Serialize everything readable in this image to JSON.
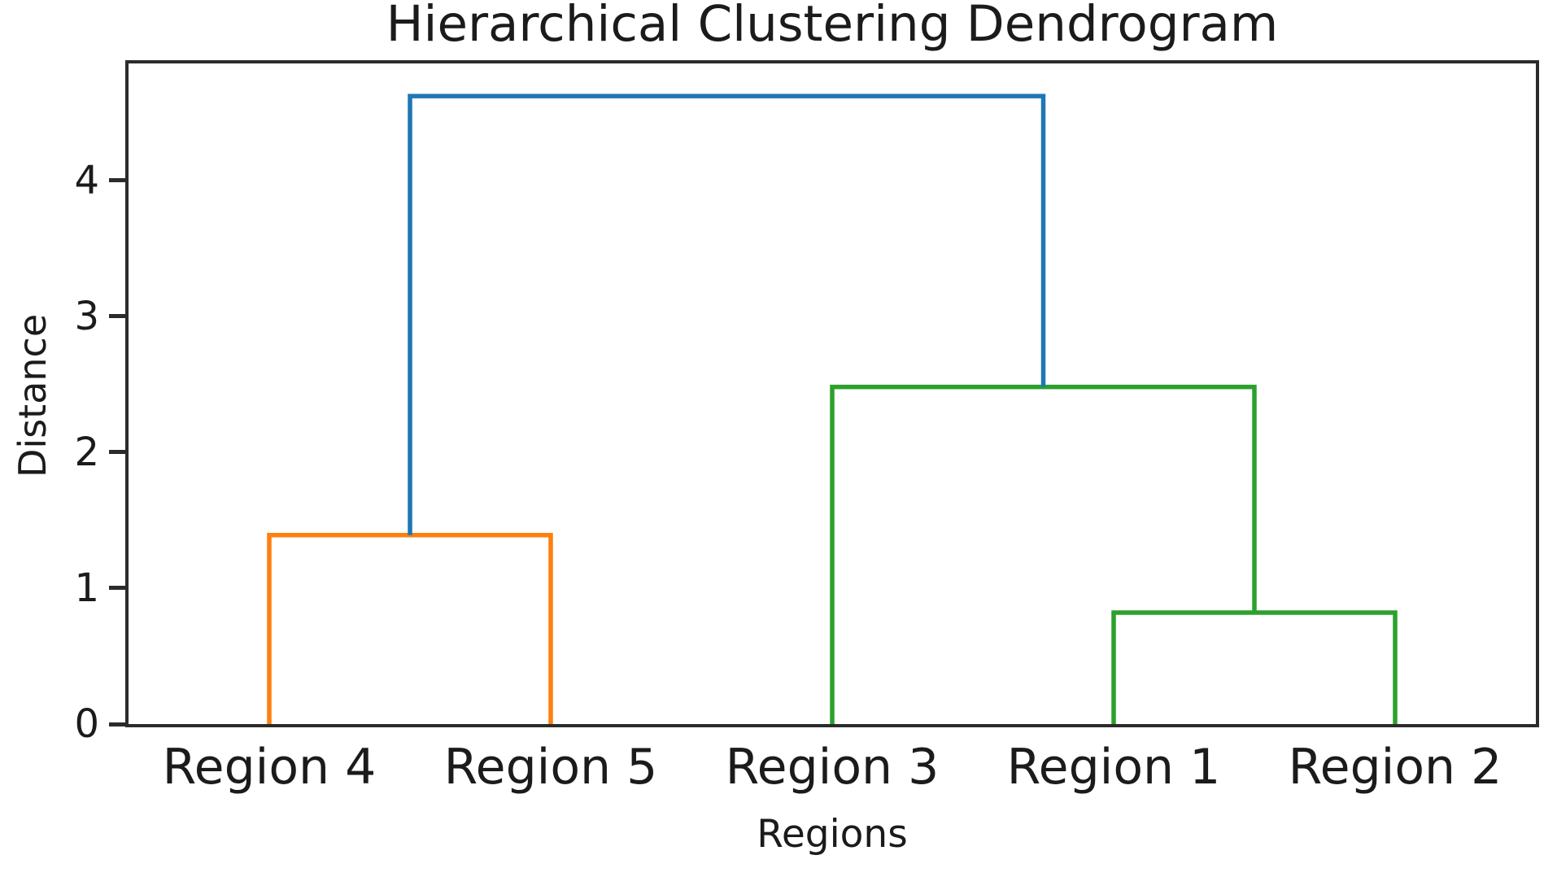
{
  "figure": {
    "background": "#ffffff",
    "spine_color": "#2b2b2b",
    "text_color": "#1b1b1b"
  },
  "chart_data": {
    "type": "dendrogram",
    "title": "Hierarchical Clustering Dendrogram",
    "xlabel": "Regions",
    "ylabel": "Distance",
    "leaves": [
      "Region 4",
      "Region 5",
      "Region 3",
      "Region 1",
      "Region 2"
    ],
    "leaf_x": [
      0.1,
      0.3,
      0.5,
      0.7,
      0.9
    ],
    "yticks": [
      0,
      1,
      2,
      3,
      4
    ],
    "ylim": [
      0,
      4.86
    ],
    "grid": false,
    "legend": null,
    "links": [
      {
        "children": [
          "Region 4",
          "Region 5"
        ],
        "x1": 0.1,
        "base1": 0,
        "x2": 0.3,
        "base2": 0,
        "height": 1.39,
        "color": "#ff7f0e"
      },
      {
        "children": [
          "Region 1",
          "Region 2"
        ],
        "x1": 0.7,
        "base1": 0,
        "x2": 0.9,
        "base2": 0,
        "height": 0.82,
        "color": "#2ca02c"
      },
      {
        "children": [
          "Region 3",
          "cluster(Region 1, Region 2)"
        ],
        "x1": 0.5,
        "base1": 0,
        "x2": 0.8,
        "base2": 0.82,
        "height": 2.48,
        "color": "#2ca02c"
      },
      {
        "children": [
          "cluster(Region 4, Region 5)",
          "cluster(Region 3, Region 1, Region 2)"
        ],
        "x1": 0.2,
        "base1": 1.39,
        "x2": 0.65,
        "base2": 2.48,
        "height": 4.62,
        "color": "#1f77b4"
      }
    ],
    "colors": {
      "root_link": "#1f77b4",
      "left_cluster": "#ff7f0e",
      "right_cluster": "#2ca02c"
    }
  }
}
